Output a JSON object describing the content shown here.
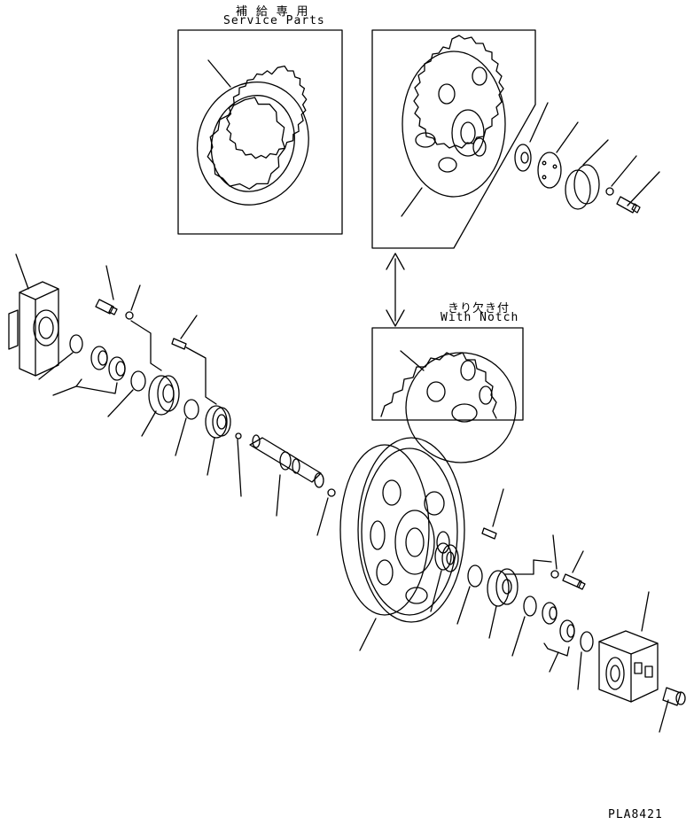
{
  "service_parts": {
    "jp": "補 給 専 用",
    "en": "Service Parts"
  },
  "with_notch": {
    "jp": "きり欠き付",
    "en": "With Notch"
  },
  "drawing_code": "PLA8421"
}
